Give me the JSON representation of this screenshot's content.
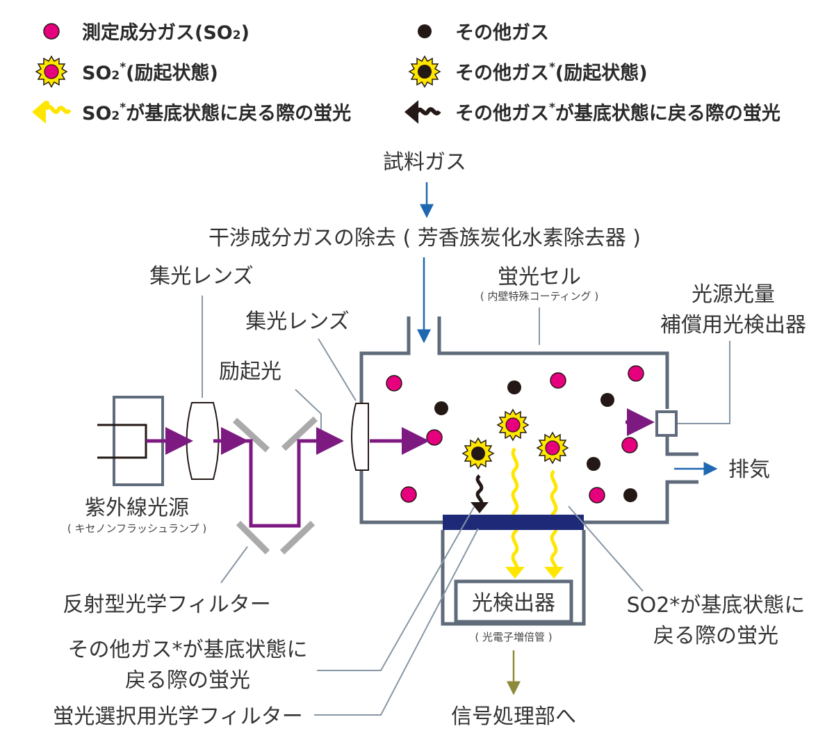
{
  "colors": {
    "so2": "#e6007e",
    "other": "#231815",
    "uv": "#7d1a82",
    "fluor_so2": "#ffe600",
    "flow": "#1f67b1",
    "filter": "#1e2a78",
    "wall": "#5f6b7a",
    "signal": "#8c8a3a"
  },
  "legend": {
    "so2_label": "測定成分ガス(SO",
    "so2_sub": "2",
    "so2_close": ")",
    "other_label": "その他ガス",
    "so2_excited_prefix": "SO",
    "so2_excited_sub": "2",
    "so2_excited_sup": "*",
    "so2_excited_suffix": "(励起状態)",
    "other_excited_prefix": "その他ガス",
    "other_excited_sup": "*",
    "other_excited_suffix": "(励起状態)",
    "so2_fluor_prefix": "SO",
    "so2_fluor_sub": "2",
    "so2_fluor_sup": "*",
    "so2_fluor_suffix": "が基底状態に戻る際の蛍光",
    "other_fluor_prefix": "その他ガス",
    "other_fluor_sup": "*",
    "other_fluor_suffix": "が基底状態に戻る際の蛍光"
  },
  "labels": {
    "sample_gas": "試料ガス",
    "interference_removal": "干渉成分ガスの除去 ( 芳香族炭化水素除去器 )",
    "condenser_lens_1": "集光レンズ",
    "condenser_lens_2": "集光レンズ",
    "excitation_light": "励起光",
    "fluorescence_cell": "蛍光セル",
    "fluorescence_cell_note": "( 内壁特殊コーティング )",
    "compensation_detector_1": "光源光量",
    "compensation_detector_2": "補償用光検出器",
    "uv_source": "紫外線光源",
    "uv_source_note": "( キセノンフラッシュランプ )",
    "exhaust": "排気",
    "reflective_filter": "反射型光学フィルター",
    "other_fluor_1": "その他ガス*が基底状態に",
    "other_fluor_2": "戻る際の蛍光",
    "selective_filter": "蛍光選択用光学フィルター",
    "detector": "光検出器",
    "detector_note": "( 光電子増倍管 )",
    "signal_processing": "信号処理部へ",
    "so2_fluor_1": "SO2*が基底状態に",
    "so2_fluor_2": "戻る際の蛍光"
  }
}
